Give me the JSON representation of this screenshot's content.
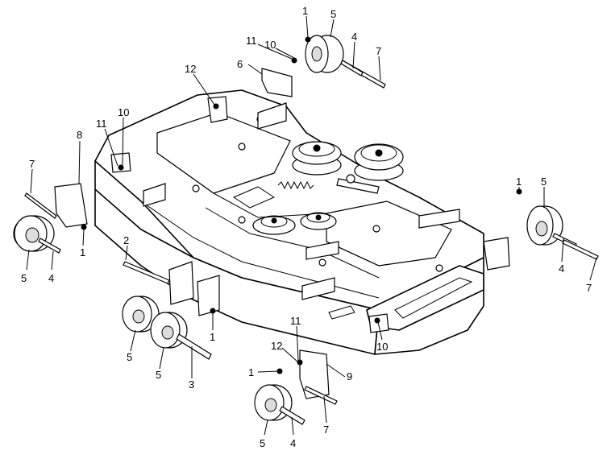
{
  "callouts": [
    "1",
    "5",
    "11",
    "10",
    "4",
    "7",
    "6",
    "12",
    "10",
    "11",
    "8",
    "7",
    "5",
    "4",
    "1",
    "1",
    "5",
    "4",
    "7",
    "2",
    "1",
    "5",
    "5",
    "3",
    "10",
    "11",
    "12",
    "1",
    "9",
    "7",
    "5",
    "4"
  ]
}
